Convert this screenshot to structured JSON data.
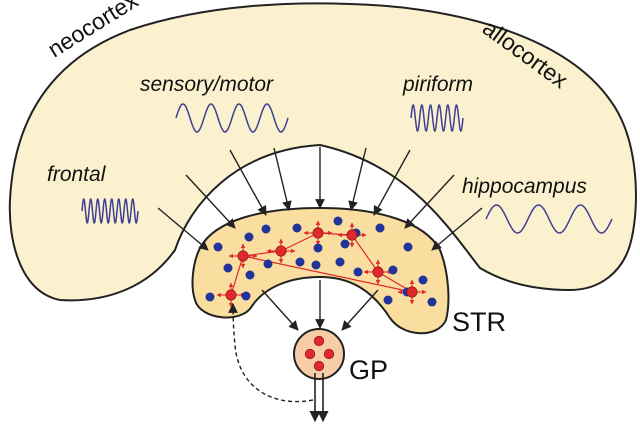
{
  "labels": {
    "neocortex": "neocortex",
    "allocortex": "allocortex",
    "sensory_motor": "sensory/motor",
    "piriform": "piriform",
    "frontal": "frontal",
    "hippocampus": "hippocampus",
    "str": "STR",
    "gp": "GP"
  },
  "colors": {
    "cortex_fill": "#fbf1cf",
    "striatum_fill": "#f9dea0",
    "gp_fill": "#f7cda7",
    "outline": "#222222",
    "wave": "#3f3f94",
    "neuron_blue": "#22339a",
    "neuron_red": "#e1282b",
    "connection_red": "#e1282b"
  },
  "oscillations": [
    {
      "region": "sensory/motor",
      "cycles": 4
    },
    {
      "region": "piriform",
      "cycles": 6
    },
    {
      "region": "frontal",
      "cycles": 8
    },
    {
      "region": "hippocampus",
      "cycles": 3
    }
  ]
}
